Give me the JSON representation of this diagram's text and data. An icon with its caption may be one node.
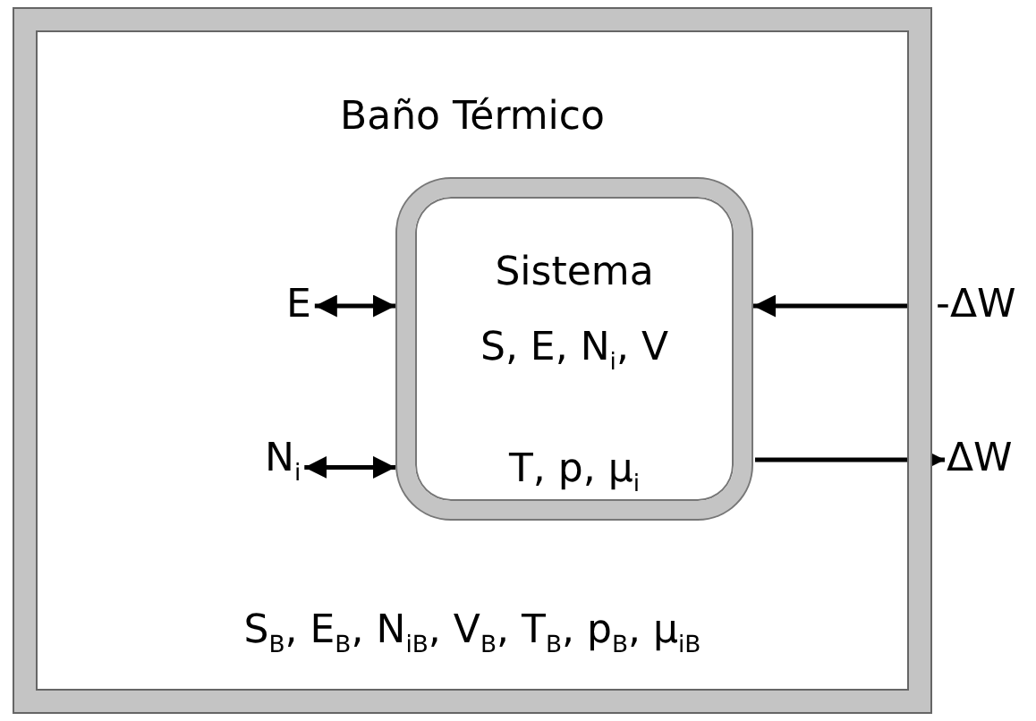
{
  "diagram": {
    "nodes": [
      {
        "text": [
          "Baño Térmico",
          "S$_{B}$, E$_{B}$, N$_{iB}$, V$_{B}$, T$_{B}$, p$_{B}$, μ$_{iB}$"
        ]
      },
      {
        "text": [
          "Sistema",
          "S, E, N$_{i}$, V",
          "T, p, μ$_{i}$"
        ],
        "in": 0
      },
      {
        "text": [
          "E"
        ],
        "in": 0
      },
      {
        "text": [
          "N$_{i}$"
        ],
        "in": 0
      },
      {
        "text": [
          "-ΔW"
        ]
      },
      {
        "text": [
          "ΔW"
        ]
      }
    ],
    "edges": [
      {
        "from": 2,
        "to": 1,
        "arrow": "both"
      },
      {
        "from": 3,
        "to": 1,
        "arrow": "both"
      },
      {
        "from": 4,
        "to": 1,
        "arrow": "to"
      },
      {
        "from": 1,
        "to": 5,
        "arrow": "to"
      }
    ]
  }
}
